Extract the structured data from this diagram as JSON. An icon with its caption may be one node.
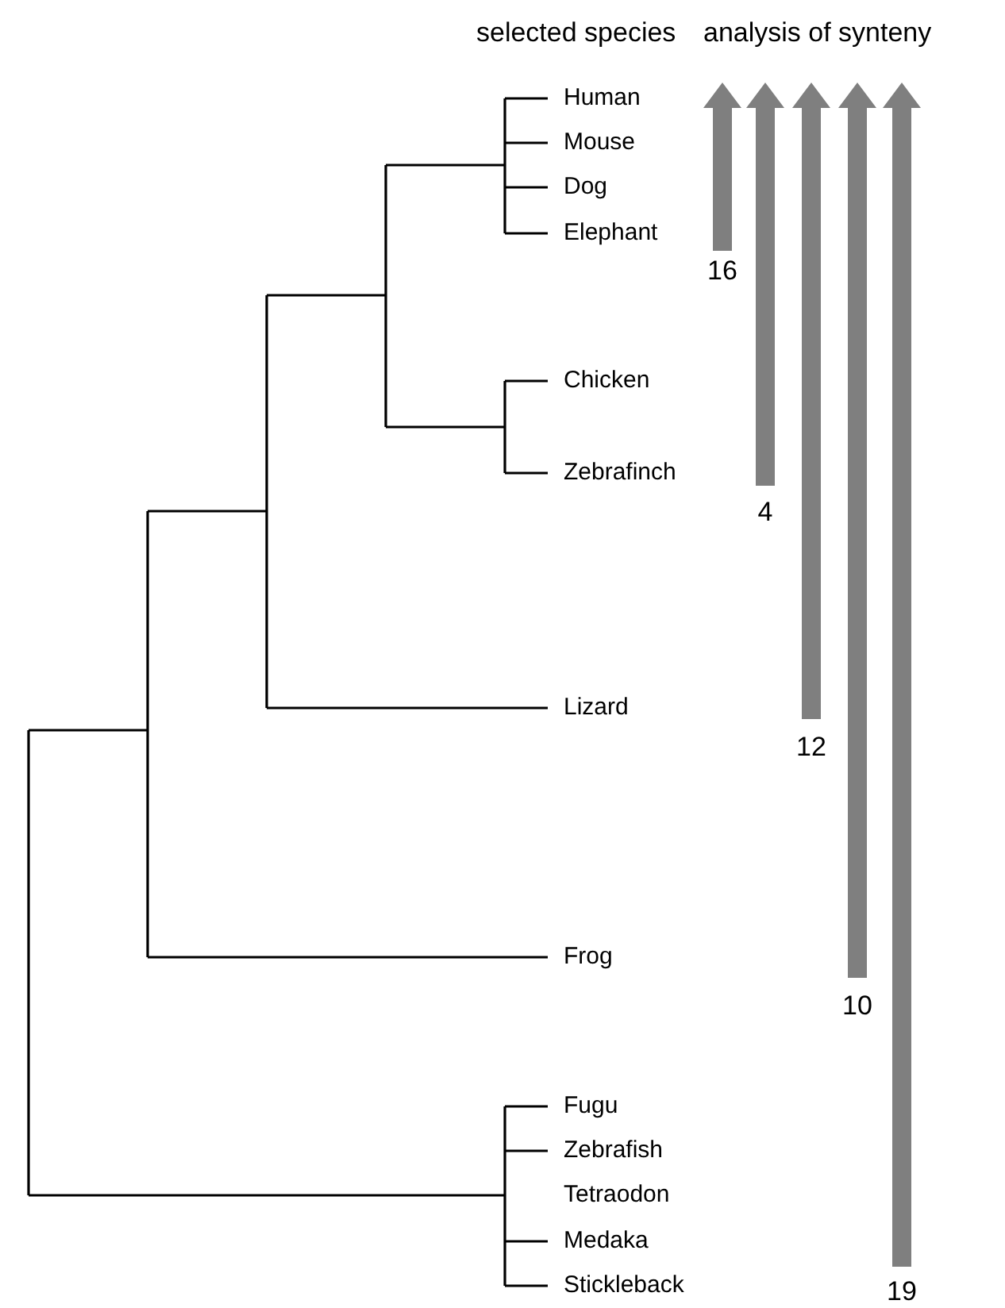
{
  "diagram": {
    "labels": [
      "selected species",
      "analysis of synteny",
      "Human",
      "Mouse",
      "Dog",
      "Elephant",
      "Chicken",
      "Zebrafinch",
      "Lizard",
      "Frog",
      "Fugu",
      "Zebrafish",
      "Tetraodon",
      "Medaka",
      "Stickleback",
      "16",
      "4",
      "12",
      "10",
      "19"
    ]
  }
}
